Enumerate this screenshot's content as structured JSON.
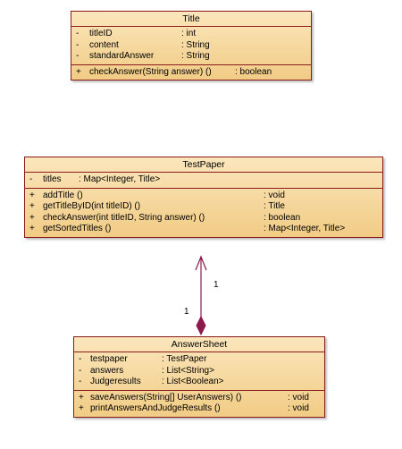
{
  "classes": {
    "title": {
      "name": "Title",
      "attributes": [
        {
          "vis": "-",
          "name": "titleID",
          "type": ": int"
        },
        {
          "vis": "-",
          "name": "content",
          "type": ": String"
        },
        {
          "vis": "-",
          "name": "standardAnswer",
          "type": ": String"
        }
      ],
      "operations": [
        {
          "vis": "+",
          "name": "checkAnswer(String answer) ()",
          "type": ": boolean"
        }
      ]
    },
    "testpaper": {
      "name": "TestPaper",
      "attributes": [
        {
          "vis": "-",
          "name": "titles",
          "type": ": Map<Integer, Title>"
        }
      ],
      "operations": [
        {
          "vis": "+",
          "name": "addTitle ()",
          "type": ": void"
        },
        {
          "vis": "+",
          "name": "getTitleByID(int titleID) ()",
          "type": ": Title"
        },
        {
          "vis": "+",
          "name": "checkAnswer(int titleID, String answer) ()",
          "type": ": boolean"
        },
        {
          "vis": "+",
          "name": "getSortedTitles ()",
          "type": ": Map<Integer, Title>"
        }
      ]
    },
    "answersheet": {
      "name": "AnswerSheet",
      "attributes": [
        {
          "vis": "-",
          "name": "testpaper",
          "type": ": TestPaper"
        },
        {
          "vis": "-",
          "name": "answers",
          "type": ": List<String>"
        },
        {
          "vis": "-",
          "name": "Judgeresults",
          "type": ": List<Boolean>"
        }
      ],
      "operations": [
        {
          "vis": "+",
          "name": "saveAnswers(String[] UserAnswers) ()",
          "type": ": void"
        },
        {
          "vis": "+",
          "name": "printAnswersAndJudgeResults ()",
          "type": ": void"
        }
      ]
    }
  },
  "association": {
    "multiplicity_testpaper_end": "1",
    "multiplicity_answersheet_end": "1"
  },
  "colors": {
    "border": "#8b1a1a",
    "fill_top": "#fbe6bc",
    "fill_bottom": "#f1cc85",
    "connector": "#8b1a4a"
  }
}
